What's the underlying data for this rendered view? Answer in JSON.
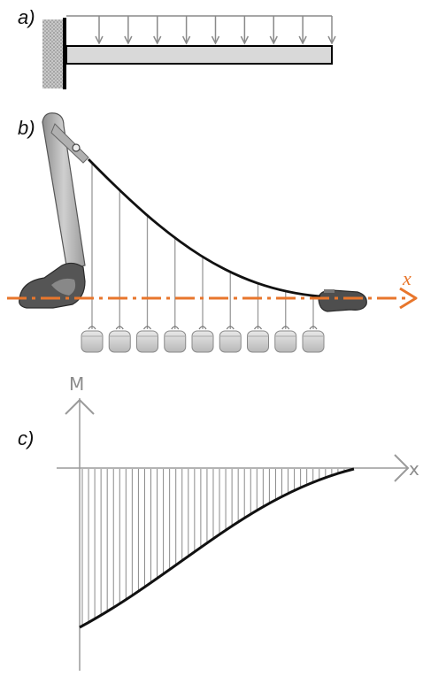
{
  "panels": {
    "a": {
      "label": "a)"
    },
    "b": {
      "label": "b)",
      "axis_label": "x",
      "weight_count": 9
    },
    "c": {
      "label": "c)",
      "vertical_axis_label": "M",
      "horizontal_axis_label": "x"
    }
  },
  "colors": {
    "accent_orange": "#e8762c",
    "axis_gray": "#9a9a9a",
    "beam_fill": "#d9d9d9",
    "curve": "#111111"
  },
  "panel_a_load_arrow_count": 9,
  "moment_hatch_count": 44
}
